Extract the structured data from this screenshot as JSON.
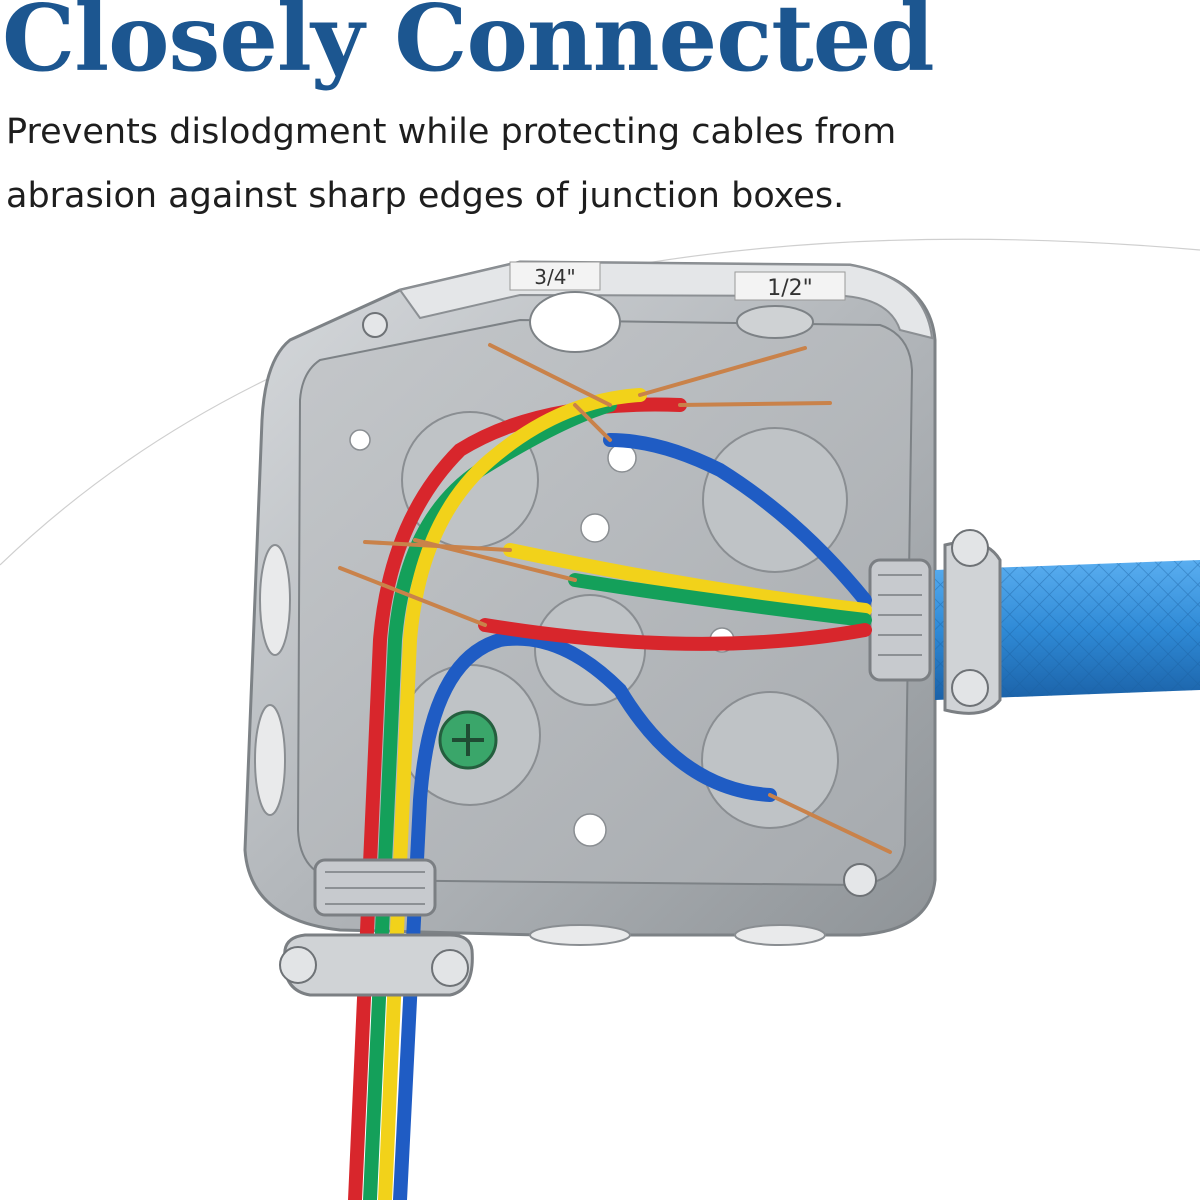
{
  "headline": "Closely Connected",
  "subtitle_line1": "Prevents dislodgment while protecting cables from",
  "subtitle_line2": "abrasion against sharp edges of junction boxes.",
  "box_labels": {
    "left": "3/4\"",
    "right": "1/2\""
  },
  "colors": {
    "headline": "#1c5690",
    "conduit": "#2f8ad6",
    "wire_red": "#d8262c",
    "wire_green": "#14a05a",
    "wire_yellow": "#f2d21a",
    "wire_blue": "#1f5cc4",
    "copper": "#c9824a",
    "steel": "#b8bcc0"
  }
}
